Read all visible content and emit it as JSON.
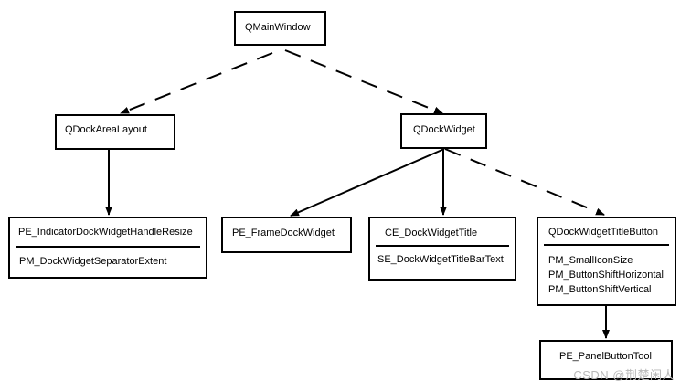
{
  "nodes": {
    "qmainwindow": {
      "title": "QMainWindow"
    },
    "qdockarealayout": {
      "title": "QDockAreaLayout"
    },
    "qdockwidget": {
      "title": "QDockWidget"
    },
    "pe_indicator": {
      "title": "PE_IndicatorDockWidgetHandleResize",
      "items": [
        "PM_DockWidgetSeparatorExtent"
      ]
    },
    "pe_framedock": {
      "title": "PE_FrameDockWidget"
    },
    "ce_dockwidgettitle": {
      "title": "CE_DockWidgetTitle",
      "items": [
        "SE_DockWidgetTitleBarText"
      ]
    },
    "qdockwidgettitlebutton": {
      "title": "QDockWidgetTitleButton",
      "items": [
        "PM_SmallIconSize",
        "PM_ButtonShiftHorizontal",
        "PM_ButtonShiftVertical"
      ]
    },
    "pe_panelbuttontool": {
      "title": "PE_PanelButtonTool"
    }
  },
  "edges": [
    {
      "from": "qmainwindow",
      "to": "qdockarealayout",
      "style": "dashed"
    },
    {
      "from": "qmainwindow",
      "to": "qdockwidget",
      "style": "dashed"
    },
    {
      "from": "qdockarealayout",
      "to": "pe_indicator",
      "style": "solid"
    },
    {
      "from": "qdockwidget",
      "to": "pe_framedock",
      "style": "solid"
    },
    {
      "from": "qdockwidget",
      "to": "ce_dockwidgettitle",
      "style": "solid"
    },
    {
      "from": "qdockwidget",
      "to": "qdockwidgettitlebutton",
      "style": "dashed"
    },
    {
      "from": "qdockwidgettitlebutton",
      "to": "pe_panelbuttontool",
      "style": "solid"
    }
  ],
  "watermark": "CSDN @荆楚闲人"
}
